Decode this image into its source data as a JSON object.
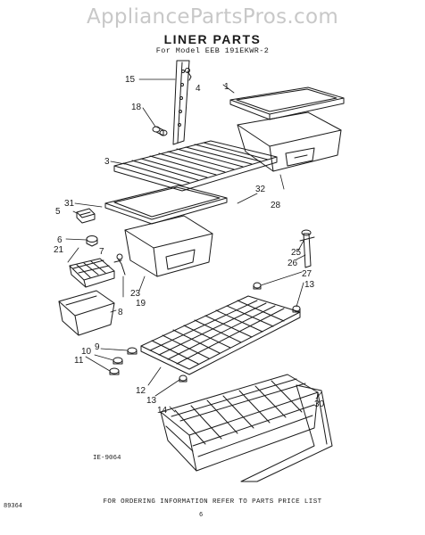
{
  "watermark": "AppliancePartsPros.com",
  "title": "LINER PARTS",
  "subtitle": "For Model EEB 191EKWR-2",
  "diagram_code": "IE-9064",
  "footer_text": "FOR ORDERING INFORMATION REFER TO PARTS PRICE LIST",
  "page_number": "6",
  "bottom_left_code": "89364",
  "callouts": {
    "c1": "1",
    "c3": "3",
    "c4": "4",
    "c5": "5",
    "c6": "6",
    "c7": "7",
    "c8": "8",
    "c9": "9",
    "c10": "10",
    "c11": "11",
    "c12": "12",
    "c13a": "13",
    "c13b": "13",
    "c14": "14",
    "c15": "15",
    "c18": "18",
    "c19": "19",
    "c21": "21",
    "c23": "23",
    "c25": "25",
    "c26": "26",
    "c27": "27",
    "c28": "28",
    "c30": "30",
    "c31": "31",
    "c32": "32"
  }
}
